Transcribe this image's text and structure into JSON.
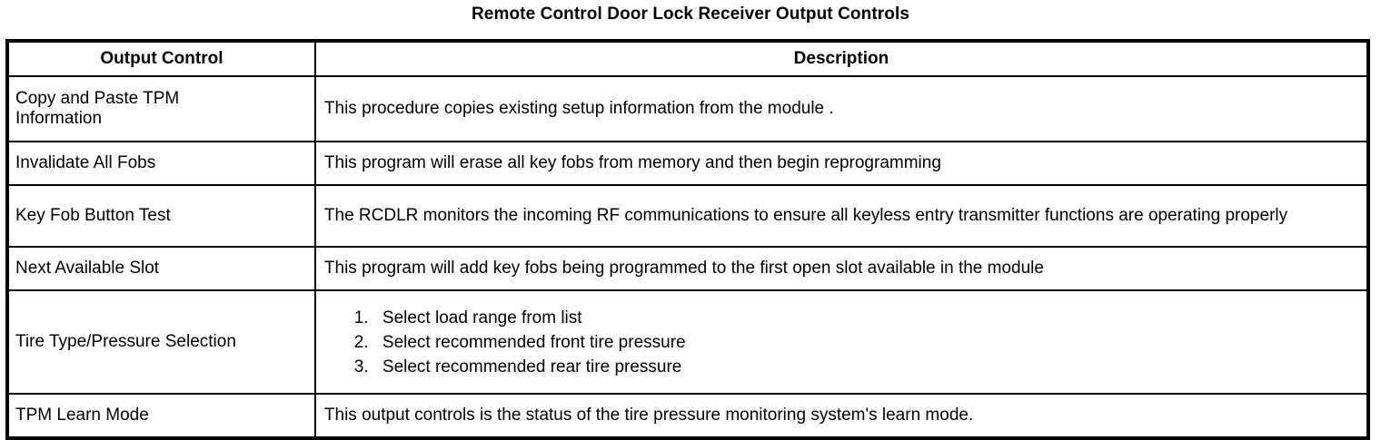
{
  "document": {
    "title": "Remote Control Door Lock Receiver Output Controls"
  },
  "table": {
    "headers": {
      "col1": "Output Control",
      "col2": "Description"
    },
    "rows": [
      {
        "control": "Copy and Paste TPM\nInformation",
        "description": "This procedure copies existing setup information from the module ."
      },
      {
        "control": "Invalidate All Fobs",
        "description": "This program will erase all key fobs from memory and then begin reprogramming"
      },
      {
        "control": "Key Fob Button Test",
        "description": "The RCDLR monitors the incoming RF communications to ensure all keyless entry transmitter functions are operating properly"
      },
      {
        "control": "Next Available Slot",
        "description": "This program will add key fobs being programmed to the first open slot available in the module"
      },
      {
        "control": "Tire Type/Pressure Selection",
        "steps": [
          "Select load range from list",
          "Select recommended front tire pressure",
          "Select recommended rear tire pressure"
        ]
      },
      {
        "control": "TPM Learn Mode",
        "description": "This output controls is the status of the tire pressure monitoring system's learn mode."
      }
    ]
  },
  "colors": {
    "text": "#000000",
    "background": "#ffffff",
    "border": "#000000"
  }
}
